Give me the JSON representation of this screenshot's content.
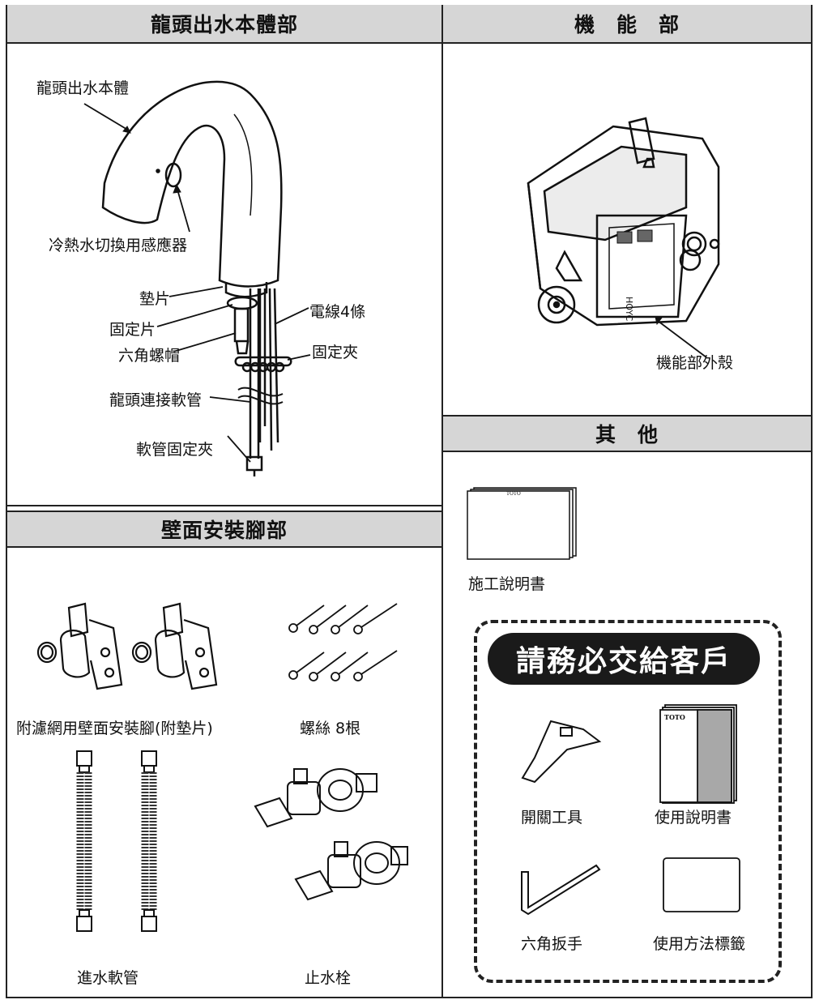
{
  "sections": {
    "faucet_body": "龍頭出水本體部",
    "function_unit": "機　能　部",
    "wall_mount": "壁面安裝腳部",
    "others": "其　他"
  },
  "faucet_labels": {
    "spout": "龍頭出水本體",
    "sensor": "冷熱水切換用感應器",
    "gasket": "墊片",
    "fixing_plate": "固定片",
    "hex_nut": "六角螺帽",
    "wire": "電線4條",
    "clamp": "固定夾",
    "hose": "龍頭連接軟管",
    "hose_clamp": "軟管固定夾"
  },
  "function_labels": {
    "housing": "機能部外殼"
  },
  "wall_labels": {
    "bracket": "附濾網用壁面安裝腳(附墊片)",
    "screws": "螺絲 8根",
    "inlet_hose": "進水軟管",
    "stop_valve": "止水栓"
  },
  "other_labels": {
    "install_manual": "施工說明書",
    "notice": "請務必交給客戶",
    "switch_tool": "開關工具",
    "user_manual": "使用說明書",
    "hex_wrench": "六角扳手",
    "usage_label": "使用方法標籤"
  },
  "brand": {
    "logo_small": "TOTO",
    "logo_manual": "TOTO"
  },
  "colors": {
    "header_bg": "#d6d6d6",
    "line": "#222222",
    "pill_bg": "#1a1a1a",
    "manual_gray": "#a8a8a8"
  }
}
